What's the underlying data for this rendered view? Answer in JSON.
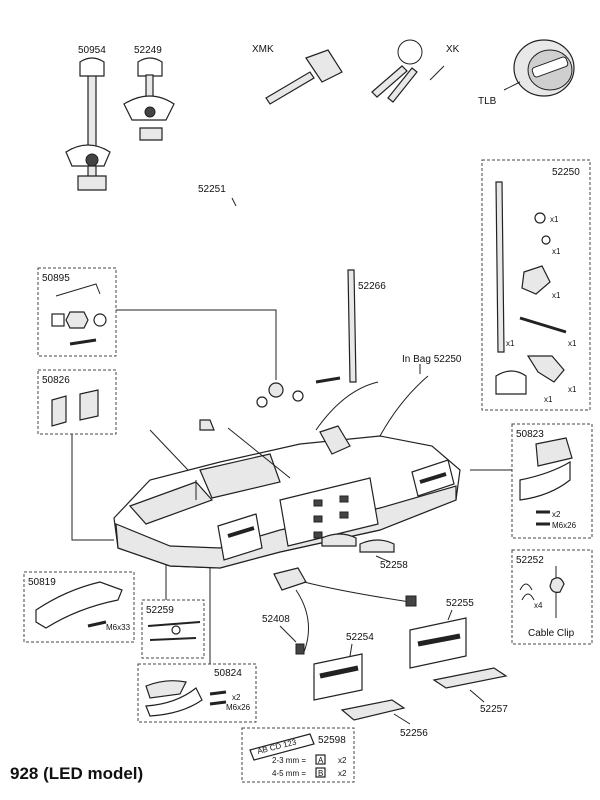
{
  "model_label": "928 (LED model)",
  "parts": {
    "p50954": "50954",
    "p52249": "52249",
    "xmk": "XMK",
    "xk": "XK",
    "tlb": "TLB",
    "p52251": "52251",
    "p52250": "52250",
    "p50895": "50895",
    "p52266": "52266",
    "in_bag": "In Bag 52250",
    "p50826": "50826",
    "p50823": "50823",
    "p52252": "52252",
    "p50819": "50819",
    "p52259": "52259",
    "p52258": "52258",
    "p52408": "52408",
    "p52255": "52255",
    "p52254": "52254",
    "p50824": "50824",
    "p52257": "52257",
    "p52256": "52256",
    "p52598": "52598"
  },
  "annotations": {
    "x1": "x1",
    "x2": "x2",
    "x4": "x4",
    "m6x26": "M6x26",
    "m6x33": "M6x33",
    "cable_clip": "Cable Clip",
    "plate_text": "AB CD 123",
    "row1": "2-3 mm =",
    "row2": "4-5 mm =",
    "box_a": "A",
    "box_b": "B"
  }
}
